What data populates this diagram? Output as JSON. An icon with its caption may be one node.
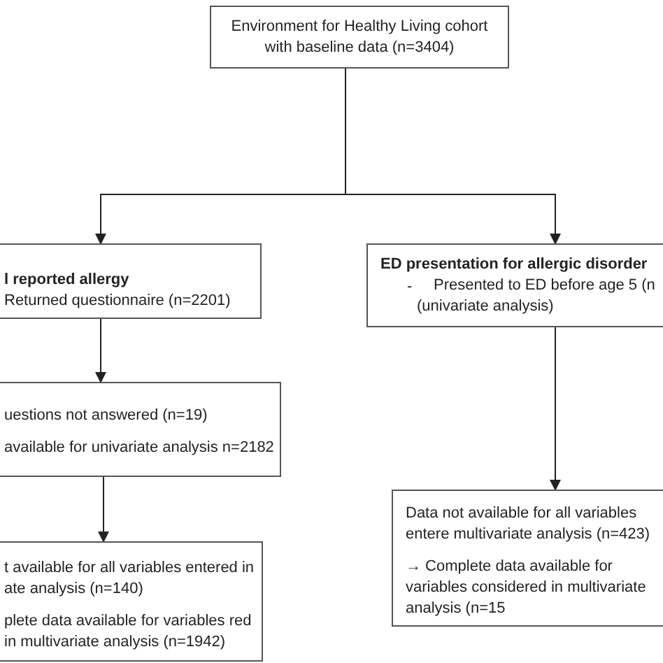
{
  "diagram": {
    "nodes": [
      {
        "text": [
          "Environment for Healthy Living cohort with baseline data (n=3404)"
        ]
      },
      {
        "text": [
          "l reported allergy",
          "Returned questionnaire (n=2201)"
        ]
      },
      {
        "text": [
          "ED presentation for allergic disorder",
          "-",
          "Presented to ED before age 5 (n",
          "(univariate analysis)"
        ]
      },
      {
        "text": [
          "uestions not answered (n=19)",
          "available for univariate analysis n=2182"
        ]
      },
      {
        "text": [
          "t available for all variables entered in ate analysis (n=140)",
          "plete data available for variables red in multivariate analysis (n=1942)"
        ]
      },
      {
        "text": [
          "Data not available for all variables entere multivariate analysis (n=423)",
          "→ Complete data available for variables considered in multivariate analysis (n=15"
        ]
      }
    ],
    "edges": [
      {
        "from": 0,
        "to": 1,
        "arrow": "to"
      },
      {
        "from": 0,
        "to": 2,
        "arrow": "to"
      },
      {
        "from": 1,
        "to": 3,
        "arrow": "to"
      },
      {
        "from": 3,
        "to": 4,
        "arrow": "to"
      },
      {
        "from": 2,
        "to": 5,
        "arrow": "to"
      }
    ]
  }
}
